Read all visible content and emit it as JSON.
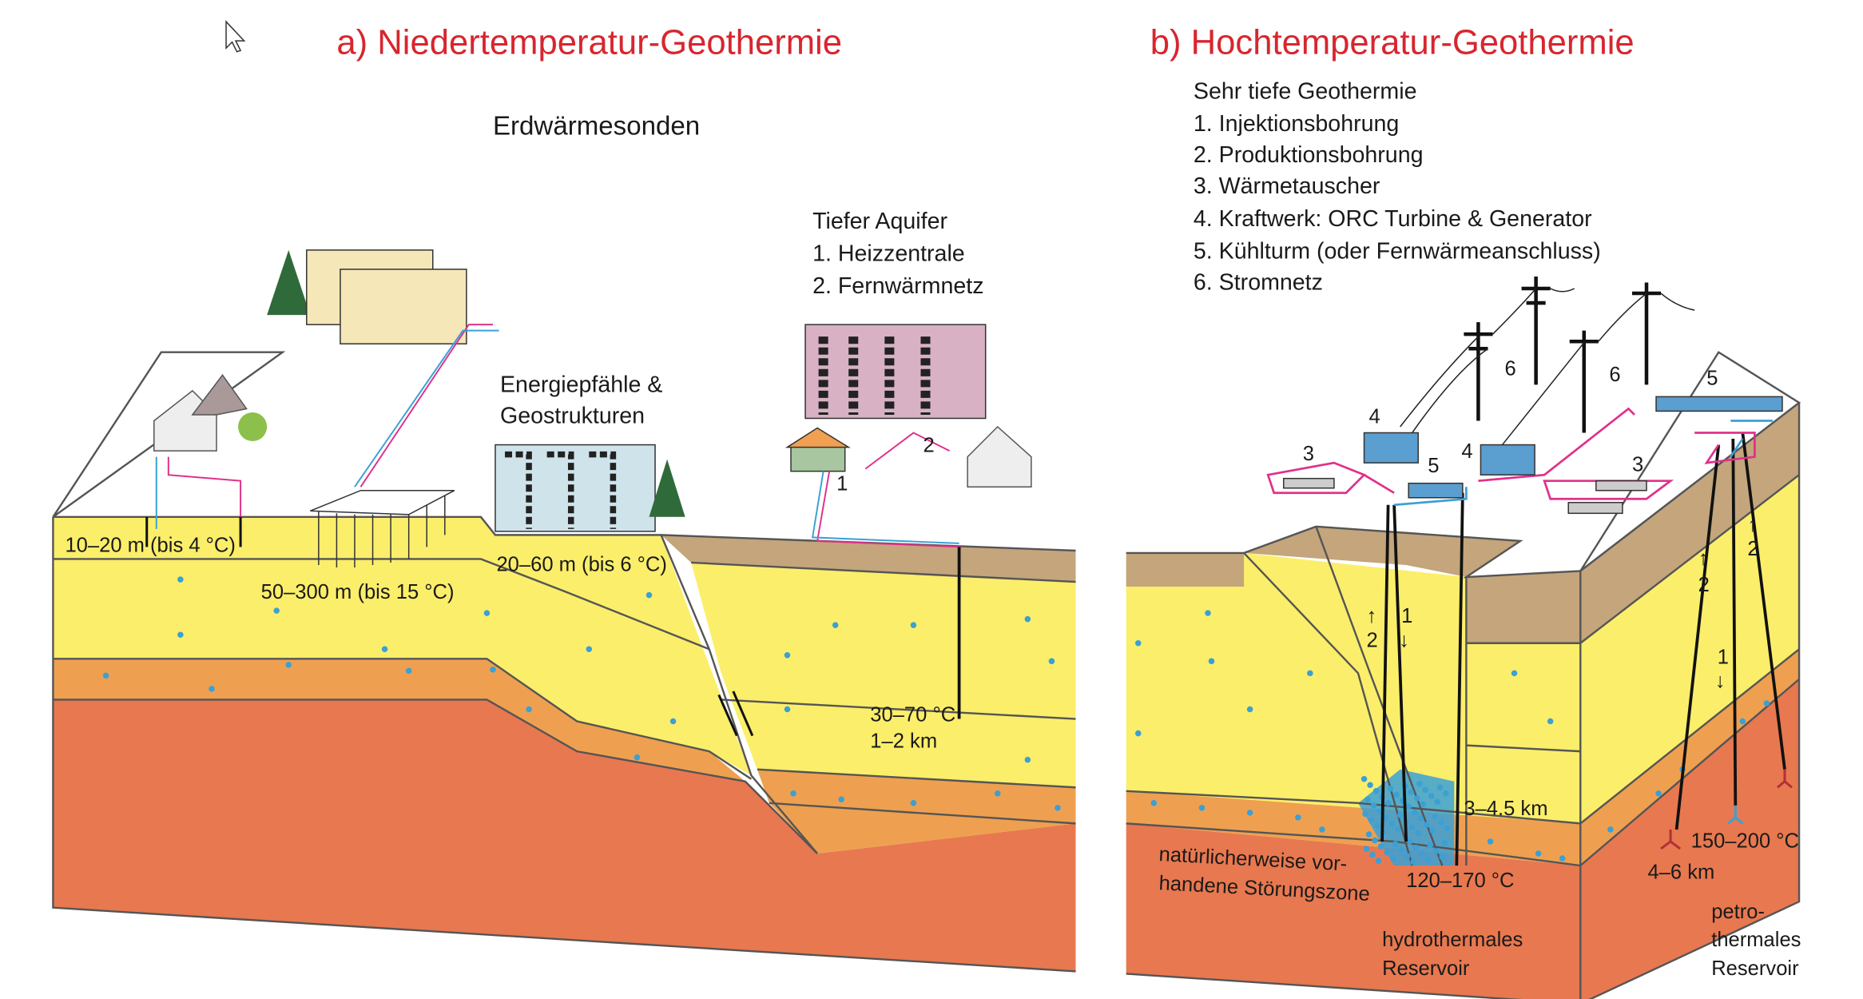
{
  "colors": {
    "title": "#d7262f",
    "yellow": "#fbee6a",
    "orange": "#eea050",
    "red": "#e8784f",
    "brown": "#c4a57c",
    "dot": "#3aa0d6",
    "pipe_pink": "#e0308a",
    "pipe_blue": "#3aa0d6",
    "unit_blue": "#5b9ed0"
  },
  "left": {
    "title": "a) Niedertemperatur-Geothermie",
    "subtitle": "Erdwärmesonden",
    "aquifer": {
      "heading": "Tiefer Aquifer",
      "item1": "1. Heizzentrale",
      "item2": "2. Fernwärmnetz",
      "marker1": "1",
      "marker2": "2",
      "temp": "30–70 °C",
      "depth": "1–2 km"
    },
    "piles": {
      "line1": "Energiepfähle &",
      "line2": "Geostrukturen",
      "depth": "20–60 m (bis 6 °C)"
    },
    "probe_shallow": "10–20 m (bis 4 °C)",
    "probe_deep": "50–300 m (bis 15 °C)"
  },
  "right": {
    "title": "b) Hochtemperatur-Geothermie",
    "legend": [
      "Sehr tiefe Geothermie",
      "1. Injektionsbohrung",
      "2. Produktionsbohrung",
      "3. Wärmetauscher",
      "4. Kraftwerk: ORC Turbine & Generator",
      "5. Kühlturm (oder Fernwärmeanschluss)",
      "6. Stromnetz"
    ],
    "markers": {
      "m4a": "4",
      "m3a": "3",
      "m5a": "5",
      "m4b": "4",
      "m6a": "6",
      "m6b": "6",
      "m5b": "5",
      "m3b": "3"
    },
    "wells": {
      "up2a": "↑",
      "n2a": "2",
      "n1a": "1",
      "down1a": "↓",
      "up2b": "↑",
      "n2b": "2",
      "up2c": "↑",
      "n2c": "2",
      "n1b": "1",
      "down1b": "↓"
    },
    "hydro": {
      "depth": "3–4.5 km",
      "temp": "120–170 °C",
      "fault1": "natürlicherweise vor-",
      "fault2": "handene Störungszone",
      "res1": "hydrothermales",
      "res2": "Reservoir"
    },
    "petro": {
      "temp": "150–200 °C",
      "depth": "4–6 km",
      "res1": "petro-",
      "res2": "thermales",
      "res3": "Reservoir"
    }
  }
}
